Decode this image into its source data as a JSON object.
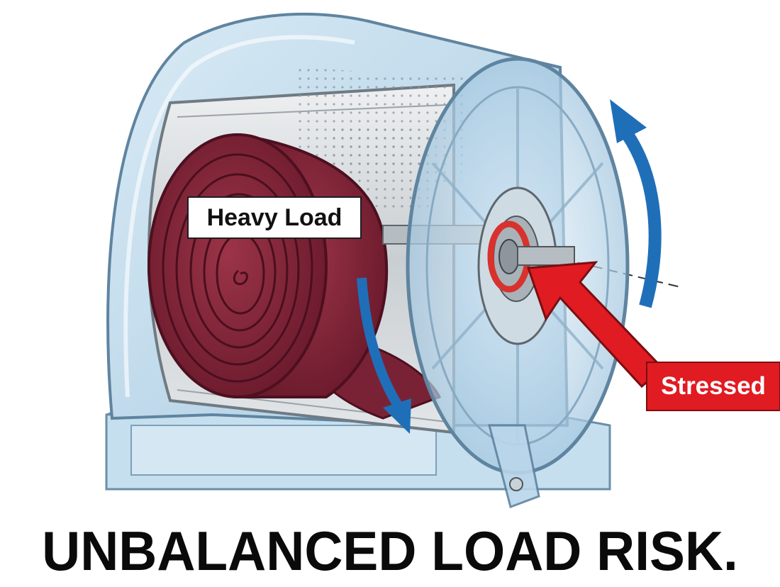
{
  "illustration": {
    "subject": "dryer-drum-cutaway",
    "callouts": {
      "load_label": "Heavy Load",
      "stress_label": "Stressed"
    },
    "icons": [
      "rotation-arrow-icon",
      "downward-force-arrow-icon",
      "stress-pointer-arrow-icon"
    ]
  },
  "headline": "UNBALANCED LOAD RISK.",
  "colors": {
    "housing": "#bcd9ec",
    "housing_stroke": "#5f84a0",
    "drum_interior": "#d6dadd",
    "load": "#8a2a3d",
    "load_dark": "#5e1626",
    "rotation_arrow": "#1f6fb8",
    "stress": "#e11b22",
    "bearing_seal": "#d8322e"
  }
}
